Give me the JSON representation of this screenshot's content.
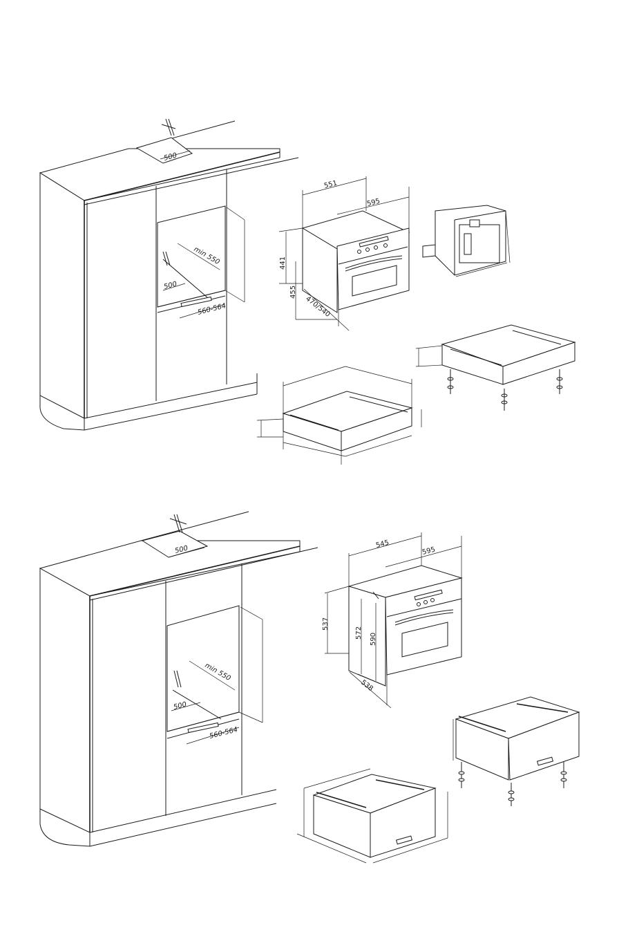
{
  "top_section": {
    "cabinet": {
      "niche_width": "500",
      "inner_depth": "min 550",
      "inner_width": "500",
      "cutout_height": "560-564"
    },
    "compact_oven": {
      "depth": "551",
      "width": "595",
      "height_upper": "441",
      "height_lower": "455",
      "depth_lower": "470/540"
    }
  },
  "bottom_section": {
    "cabinet": {
      "niche_width": "500",
      "inner_depth": "min 550",
      "inner_width": "500",
      "cutout_height": "560-564"
    },
    "oven": {
      "depth": "545",
      "width": "595",
      "height_body": "537",
      "height_inner": "572",
      "height_front": "590",
      "depth_lower": "538"
    }
  },
  "colors": {
    "line": "#1a1a1a",
    "background": "#ffffff"
  }
}
